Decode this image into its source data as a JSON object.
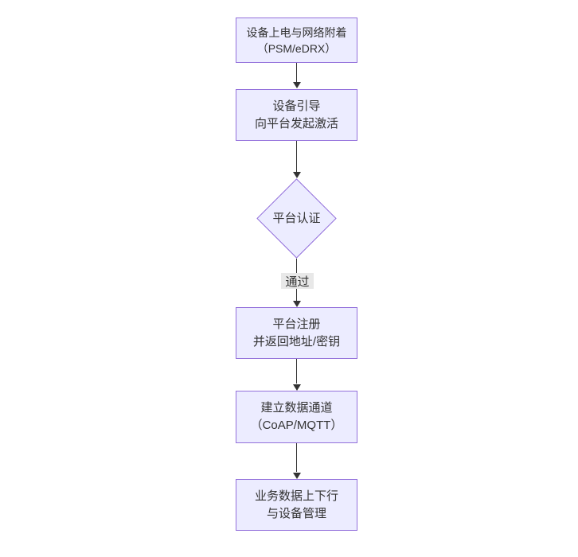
{
  "diagram": {
    "type": "flowchart",
    "direction": "top-down",
    "nodes": [
      {
        "shape": "rect",
        "line1": "设备上电与网络附着",
        "line2": "（PSM/eDRX）"
      },
      {
        "shape": "rect",
        "line1": "设备引导",
        "line2": "向平台发起激活"
      },
      {
        "shape": "diamond",
        "line1": "平台认证",
        "line2": ""
      },
      {
        "shape": "rect",
        "line1": "平台注册",
        "line2": "并返回地址/密钥"
      },
      {
        "shape": "rect",
        "line1": "建立数据通道",
        "line2": "（CoAP/MQTT）"
      },
      {
        "shape": "rect",
        "line1": "业务数据上下行",
        "line2": "与设备管理"
      }
    ],
    "edge_label": "通过",
    "colors": {
      "node_fill": "#ECECFF",
      "node_border": "#9370DB",
      "edge_line": "#333333",
      "edge_label_bg": "#e8e8e8",
      "text": "#333333",
      "background": "#ffffff"
    }
  }
}
